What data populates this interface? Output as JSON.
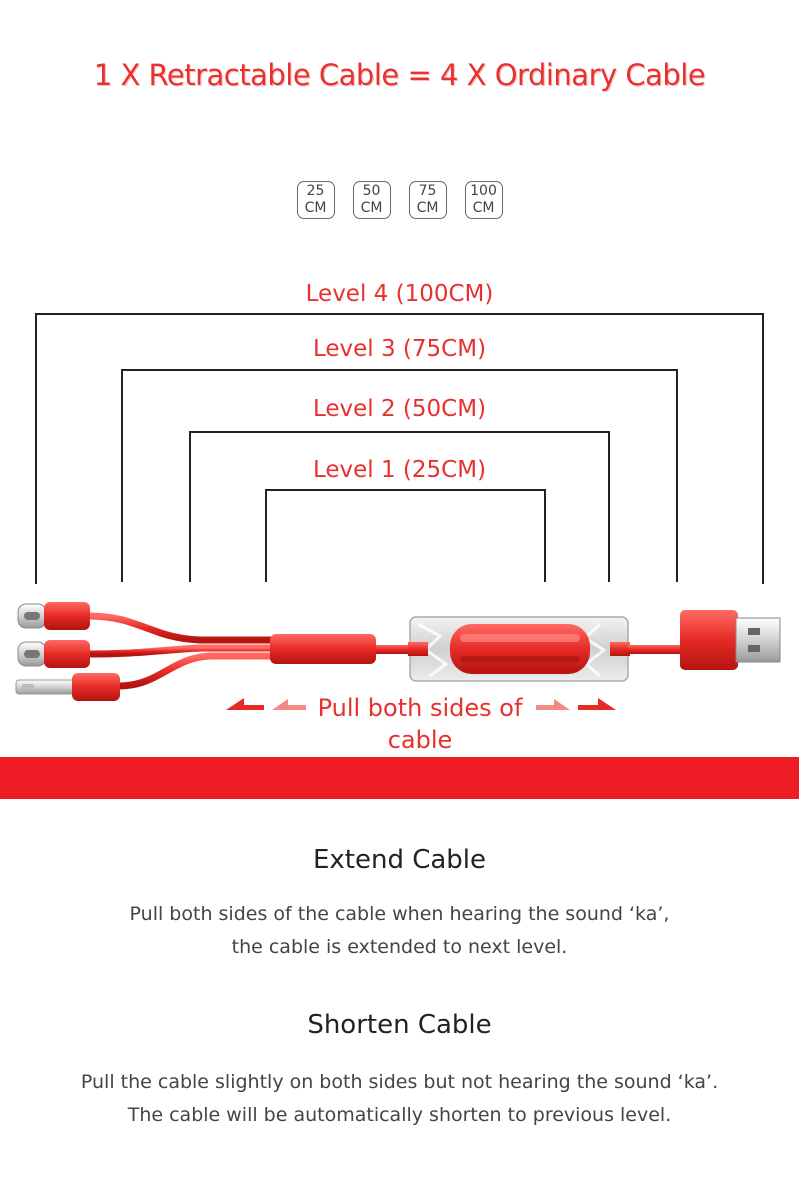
{
  "headline": "1 X Retractable Cable = 4 X Ordinary Cable",
  "chips": [
    {
      "value": "25",
      "unit": "CM"
    },
    {
      "value": "50",
      "unit": "CM"
    },
    {
      "value": "75",
      "unit": "CM"
    },
    {
      "value": "100",
      "unit": "CM"
    }
  ],
  "levels": [
    {
      "label": "Level 4 (100CM)"
    },
    {
      "label": "Level 3 (75CM)"
    },
    {
      "label": "Level 2 (50CM)"
    },
    {
      "label": "Level 1 (25CM)"
    }
  ],
  "pull_text_line1": "Pull both sides of",
  "pull_text_line2": "cable",
  "colors": {
    "accent": "#e8312f",
    "band": "#ee1c24",
    "cable": "#e62a26"
  },
  "icons": [
    "usb-c-connector-icon",
    "lightning-connector-icon",
    "usb-a-connector-icon",
    "arrow-left-icon",
    "arrow-right-icon"
  ],
  "sections": [
    {
      "title": "Extend Cable",
      "line1": "Pull both sides of the cable when hearing the sound ‘ka’,",
      "line2": "the cable is extended to next level."
    },
    {
      "title": "Shorten Cable",
      "line1": "Pull the cable slightly on both sides but not hearing the sound ‘ka’.",
      "line2": "The cable will be automatically shorten to previous level."
    }
  ]
}
